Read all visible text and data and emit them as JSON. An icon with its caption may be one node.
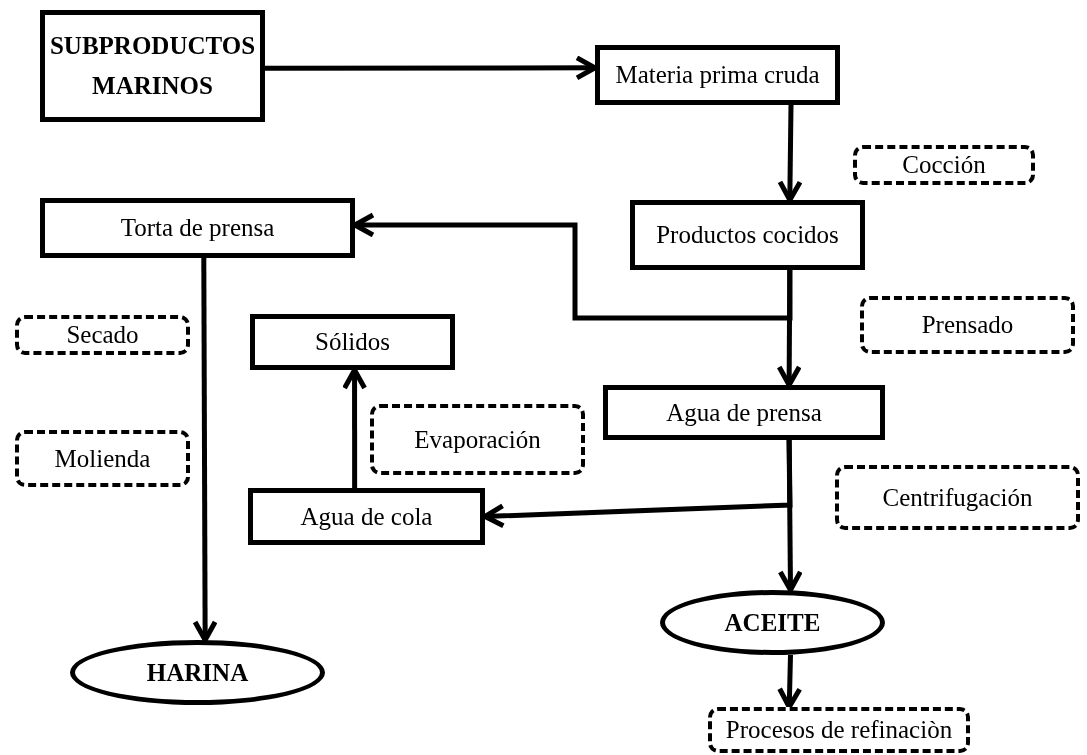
{
  "diagram": {
    "nodes": [
      {
        "text": [
          "SUBPRODUCTOS MARINOS"
        ]
      },
      {
        "text": [
          "Materia prima cruda"
        ]
      },
      {
        "text": [
          "Cocción"
        ]
      },
      {
        "text": [
          "Torta de prensa"
        ]
      },
      {
        "text": [
          "Productos cocidos"
        ]
      },
      {
        "text": [
          "Secado"
        ]
      },
      {
        "text": [
          "Sólidos"
        ]
      },
      {
        "text": [
          "Prensado"
        ]
      },
      {
        "text": [
          "Evaporación"
        ]
      },
      {
        "text": [
          "Agua de prensa"
        ]
      },
      {
        "text": [
          "Molienda"
        ]
      },
      {
        "text": [
          "Agua de cola"
        ]
      },
      {
        "text": [
          "Centrifugación"
        ]
      },
      {
        "text": [
          "HARINA"
        ]
      },
      {
        "text": [
          "ACEITE"
        ]
      },
      {
        "text": [
          "Procesos de refinaciòn"
        ]
      }
    ],
    "edges": [
      {
        "from": 0,
        "to": 1,
        "arrow": "to"
      },
      {
        "from": 1,
        "to": 4,
        "arrow": "to"
      },
      {
        "from": 4,
        "to": 3,
        "arrow": "to"
      },
      {
        "from": 4,
        "to": 9,
        "arrow": "to"
      },
      {
        "from": 3,
        "to": 13,
        "arrow": "to"
      },
      {
        "from": 9,
        "to": 11,
        "arrow": "to"
      },
      {
        "from": 11,
        "to": 6,
        "arrow": "to"
      },
      {
        "from": 9,
        "to": 14,
        "arrow": "to"
      },
      {
        "from": 14,
        "to": 15,
        "arrow": "to"
      }
    ]
  }
}
